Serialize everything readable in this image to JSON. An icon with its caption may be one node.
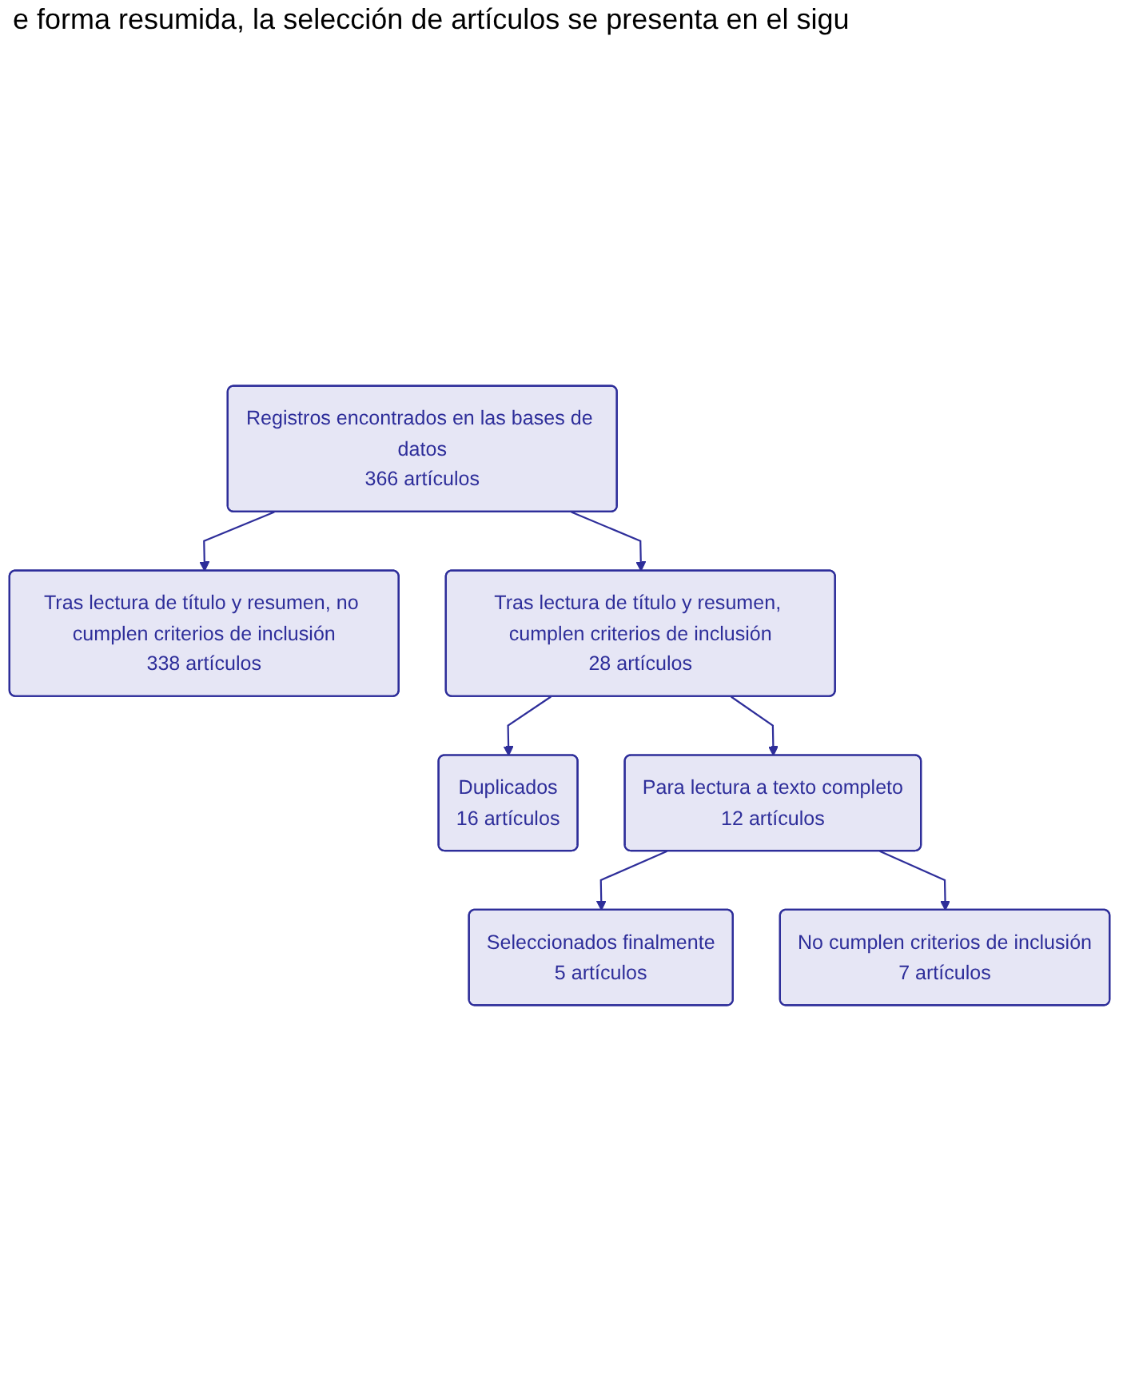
{
  "diagram": {
    "nodes": [
      {
        "text": [
          "Registros encontrados en las bases de datos",
          "366 artículos"
        ]
      },
      {
        "text": [
          "Tras lectura de título y resumen, no cumplen criterios de inclusión",
          "338 artículos"
        ]
      },
      {
        "text": [
          "Tras lectura de título y resumen, cumplen criterios de inclusión",
          "28 artículos"
        ]
      },
      {
        "text": [
          "Duplicados",
          "16 artículos"
        ]
      },
      {
        "text": [
          "Para lectura a texto completo",
          "12 artículos"
        ]
      },
      {
        "text": [
          "No cumplen criterios de inclusión",
          "7 artículos"
        ]
      },
      {
        "text": [
          "Seleccionados finalmente",
          "5 artículos"
        ]
      }
    ],
    "edges": [
      {
        "from": 0,
        "to": 2,
        "arrow": "to"
      },
      {
        "from": 0,
        "to": 1,
        "arrow": "to"
      },
      {
        "from": 2,
        "to": 4,
        "arrow": "to"
      },
      {
        "from": 2,
        "to": 3,
        "arrow": "to"
      },
      {
        "from": 4,
        "to": 6,
        "arrow": "to"
      },
      {
        "from": 4,
        "to": 5,
        "arrow": "to"
      }
    ],
    "labels": [
      "e forma resumida, la selección de artículos se presenta en el sigu"
    ]
  }
}
